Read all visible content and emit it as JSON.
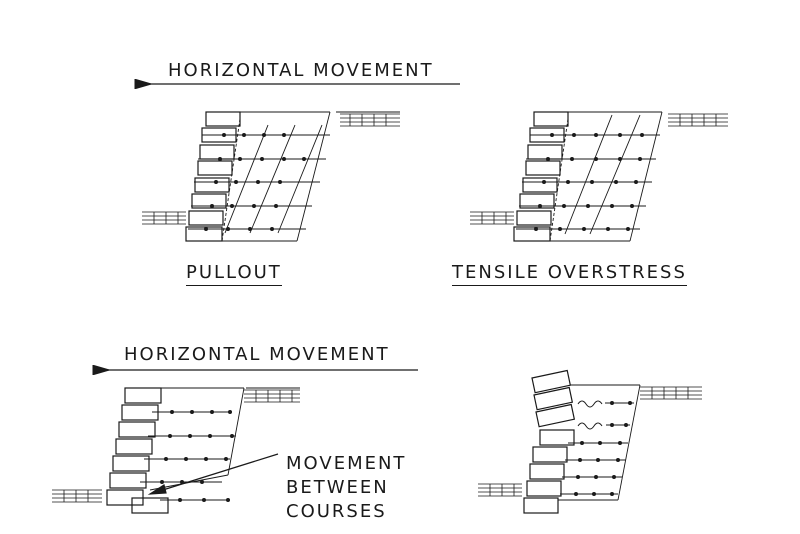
{
  "labels": {
    "hm_top": "HORIZONTAL MOVEMENT",
    "hm_bottom": "HORIZONTAL MOVEMENT",
    "pullout": "PULLOUT",
    "tensile": "TENSILE OVERSTRESS",
    "mbc1": "MOVEMENT",
    "mbc2": "BETWEEN",
    "mbc3": "COURSES"
  },
  "colors": {
    "ink": "#1a1a1a",
    "accent": "#c0504d"
  }
}
